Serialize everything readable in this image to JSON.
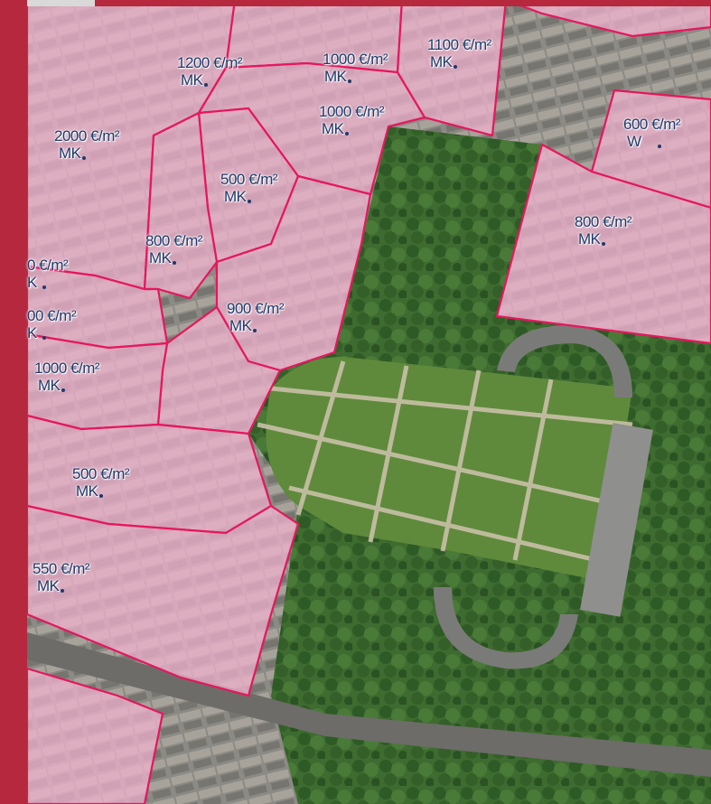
{
  "colors": {
    "brand_red": "#b5283e",
    "zone_fill": "#f3b2cf",
    "zone_border": "#e5175d",
    "label_text": "#1f3a6b"
  },
  "map": {
    "zones": [
      {
        "price": "1200 €/m²",
        "code": "MK"
      },
      {
        "price": "1000 €/m²",
        "code": "MK"
      },
      {
        "price": "1100 €/m²",
        "code": "MK"
      },
      {
        "price": "2000 €/m²",
        "code": "MK"
      },
      {
        "price": "1000 €/m²",
        "code": "MK"
      },
      {
        "price": "600 €/m²",
        "code": "W"
      },
      {
        "price": "500 €/m²",
        "code": "MK"
      },
      {
        "price": "800 €/m²",
        "code": "MK"
      },
      {
        "price": "800 €/m²",
        "code": "MK"
      },
      {
        "price": "0 €/m²",
        "code": "K"
      },
      {
        "price": "900 €/m²",
        "code": "MK"
      },
      {
        "price": "00 €/m²",
        "code": "K"
      },
      {
        "price": "1000 €/m²",
        "code": "MK"
      },
      {
        "price": "500 €/m²",
        "code": "MK"
      },
      {
        "price": "550 €/m²",
        "code": "MK"
      }
    ]
  }
}
